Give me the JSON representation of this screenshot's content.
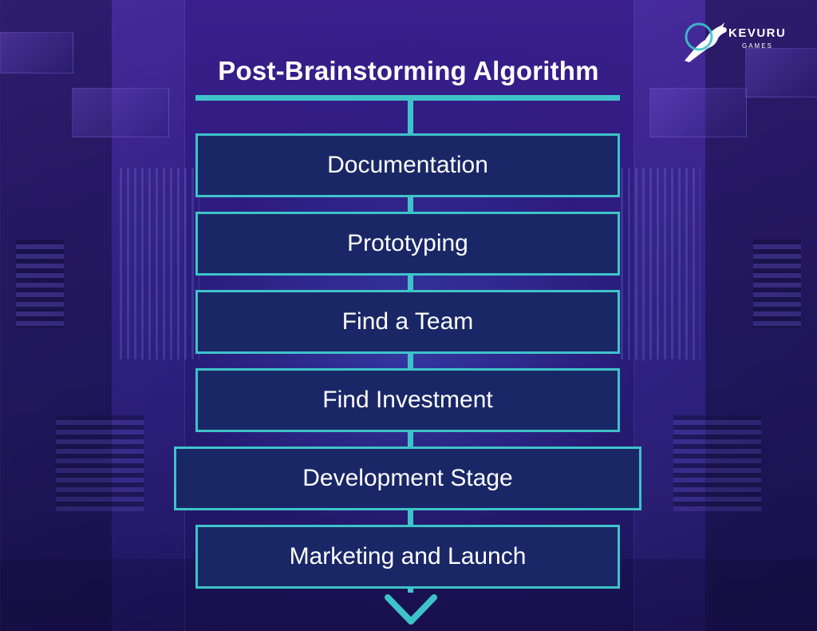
{
  "title": "Post-Brainstorming Algorithm",
  "logo": {
    "name": "KEVURU",
    "sub": "GAMES"
  },
  "colors": {
    "accent": "#3ec3c9",
    "box_fill": "#1a2766",
    "background": "#2c1a7a",
    "text": "#ffffff"
  },
  "steps": [
    "Documentation",
    "Prototyping",
    "Find a Team",
    "Find Investment",
    "Development Stage",
    "Marketing and Launch"
  ]
}
